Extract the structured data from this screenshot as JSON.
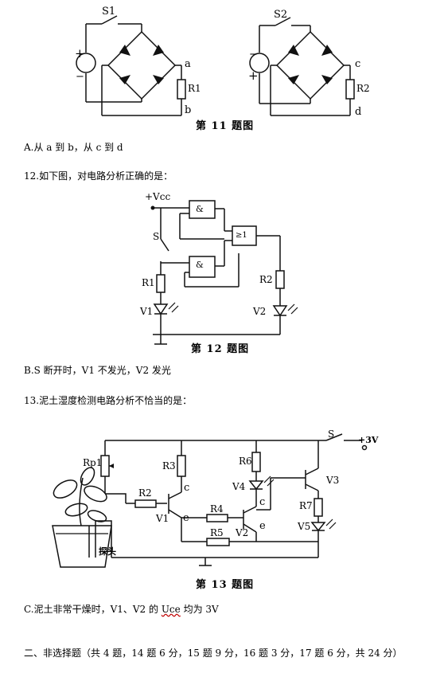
{
  "fig11": {
    "caption": "第 11 题图",
    "left": {
      "switch": "S1",
      "a": "a",
      "b": "b",
      "resistor": "R1",
      "plus": "+",
      "minus": "−"
    },
    "right": {
      "switch": "S2",
      "c": "c",
      "d": "d",
      "resistor": "R2",
      "plus": "+",
      "minus": "−"
    }
  },
  "answer11": "A.从 a 到 b，从 c 到 d",
  "q12": "12.如下图，对电路分析正确的是：",
  "fig12": {
    "caption": "第 12 题图",
    "vcc": "+Vcc",
    "switch": "S",
    "r1": "R1",
    "r2": "R2",
    "v1": "V1",
    "v2": "V2",
    "and1": "&",
    "and2": "&",
    "or": "≥1"
  },
  "answer12": "B.S 断开时，V1 不发光，V2 发光",
  "q13": "13.泥土湿度检测电路分析不恰当的是：",
  "fig13": {
    "caption": "第 13 题图",
    "rp1": "Rp1",
    "r2": "R2",
    "r3": "R3",
    "r4": "R4",
    "r5": "R5",
    "r6": "R6",
    "r7": "R7",
    "v1": "V1",
    "v2": "V2",
    "v3": "V3",
    "v4": "V4",
    "v5": "V5",
    "s": "S",
    "supply": "+3V",
    "probe": "探头",
    "c1": "c",
    "e1": "e",
    "c2": "c",
    "e2": "e"
  },
  "answer13": {
    "before": "C.泥土非常干燥时，V1、V2 的 ",
    "uce": "Uce",
    "after": " 均为 3V"
  },
  "section2": "二、非选择题（共 4 题，14 题 6 分，15 题 9 分，16 题 3 分，17 题 6 分，共 24 分）"
}
